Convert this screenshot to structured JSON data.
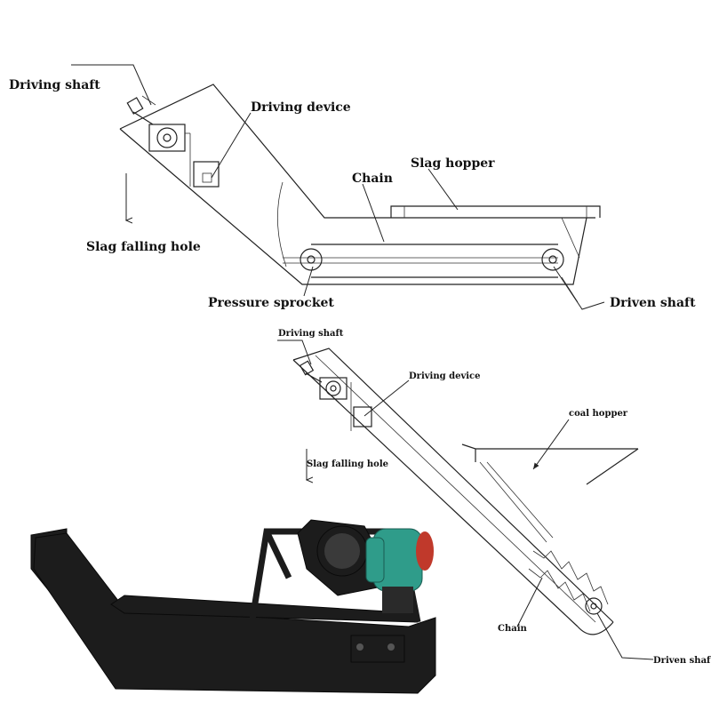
{
  "diagram_top": {
    "labels": {
      "driving_shaft": "Driving shaft",
      "driving_device": "Driving device",
      "chain": "Chain",
      "slag_hopper": "Slag hopper",
      "slag_falling_hole": "Slag falling hole",
      "pressure_sprocket": "Pressure sprocket",
      "driven_shaft": "Driven shaft"
    }
  },
  "diagram_bottom": {
    "labels": {
      "driving_shaft": "Driving shaft",
      "driving_device": "Driving device",
      "coal_hopper": "coal hopper",
      "slag_falling_hole": "Slag falling hole",
      "chain": "Chain",
      "driven_shaft": "Driven shaft"
    }
  },
  "photo": {
    "colors": {
      "frame": "#1c1c1c",
      "motor": "#2f9c8a",
      "motor_accent": "#c0392b"
    }
  }
}
